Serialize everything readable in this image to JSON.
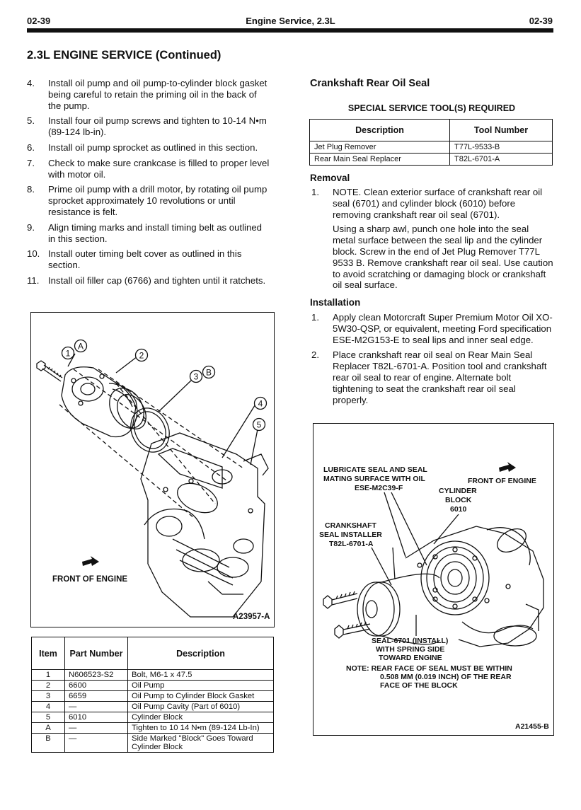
{
  "header": {
    "page_left": "02-39",
    "section_title": "Engine Service, 2.3L",
    "page_right": "02-39"
  },
  "main_title": "2.3L ENGINE SERVICE (Continued)",
  "left_steps": [
    {
      "num": "4.",
      "text": "Install oil pump and oil pump-to-cylinder block gasket being careful to retain the priming oil in the back of the pump."
    },
    {
      "num": "5.",
      "text": "Install four oil pump screws and tighten to 10-14 N•m (89-124 lb-in)."
    },
    {
      "num": "6.",
      "text": "Install oil pump sprocket as outlined in this section."
    },
    {
      "num": "7.",
      "text": "Check to make sure crankcase is filled to proper level with motor oil."
    },
    {
      "num": "8.",
      "text": "Prime oil pump with a drill motor, by rotating oil pump sprocket approximately 10 revolutions or until resistance is felt."
    },
    {
      "num": "9.",
      "text": "Align timing marks and install timing belt as outlined in this section."
    },
    {
      "num": "10.",
      "text": "Install outer timing belt cover as outlined in this section."
    },
    {
      "num": "11.",
      "text": "Install oil filler cap (6766) and tighten until it ratchets."
    }
  ],
  "figure1": {
    "callouts": [
      "1",
      "A",
      "2",
      "3",
      "B",
      "4",
      "5"
    ],
    "front_label": "FRONT OF ENGINE",
    "fig_id": "A23957-A"
  },
  "parts_table": {
    "headers": [
      "Item",
      "Part Number",
      "Description"
    ],
    "rows": [
      [
        "1",
        "N606523-S2",
        "Bolt, M6-1 x 47.5"
      ],
      [
        "2",
        "6600",
        "Oil Pump"
      ],
      [
        "3",
        "6659",
        "Oil Pump to Cylinder Block Gasket"
      ],
      [
        "4",
        "—",
        "Oil Pump Cavity (Part of 6010)"
      ],
      [
        "5",
        "6010",
        "Cylinder Block"
      ],
      [
        "A",
        "—",
        "Tighten to 10 14 N•m (89-124 Lb-In)"
      ],
      [
        "B",
        "—",
        "Side Marked \"Block\" Goes Toward Cylinder Block"
      ]
    ]
  },
  "right": {
    "section_title": "Crankshaft Rear Oil Seal",
    "tools_heading": "SPECIAL SERVICE TOOL(S) REQUIRED",
    "tools_headers": [
      "Description",
      "Tool Number"
    ],
    "tools_rows": [
      [
        "Jet Plug Remover",
        "T77L-9533-B"
      ],
      [
        "Rear Main Seal Replacer",
        "T82L-6701-A"
      ]
    ],
    "removal_title": "Removal",
    "removal_steps": [
      {
        "num": "1.",
        "paras": [
          "NOTE. Clean exterior surface of crankshaft rear oil seal (6701) and cylinder block (6010) before removing crankshaft rear oil seal (6701).",
          "Using a sharp awl, punch one hole into the seal metal surface between the seal lip and the cylinder block. Screw in the end of Jet Plug Remover T77L 9533 B. Remove crankshaft rear oil seal. Use caution to avoid scratching or damaging block or crankshaft oil seal surface."
        ]
      }
    ],
    "installation_title": "Installation",
    "installation_steps": [
      {
        "num": "1.",
        "text": "Apply clean Motorcraft Super Premium Motor Oil XO-5W30-QSP, or equivalent, meeting Ford specification ESE-M2G153-E to seal lips and inner seal edge."
      },
      {
        "num": "2.",
        "text": "Place crankshaft rear oil seal on Rear Main Seal Replacer T82L-6701-A. Position tool and crankshaft rear oil seal to rear of engine. Alternate bolt tightening to seat the crankshaft rear oil seal properly."
      }
    ]
  },
  "figure2": {
    "label_lube": [
      "LUBRICATE SEAL AND SEAL",
      "MATING SURFACE WITH OIL",
      "ESE-M2C39-F"
    ],
    "label_front": "FRONT OF ENGINE",
    "label_block": [
      "CYLINDER",
      "BLOCK",
      "6010"
    ],
    "label_installer": [
      "CRANKSHAFT",
      "SEAL INSTALLER",
      "T82L-6701-A"
    ],
    "label_seal": [
      "SEAL-6701 (INSTALL)",
      "WITH SPRING SIDE",
      "TOWARD ENGINE"
    ],
    "note": [
      "NOTE: REAR FACE OF SEAL MUST BE WITHIN",
      "0.508 MM (0.019 INCH) OF THE REAR",
      "FACE OF THE BLOCK"
    ],
    "fig_id": "A21455-B"
  }
}
